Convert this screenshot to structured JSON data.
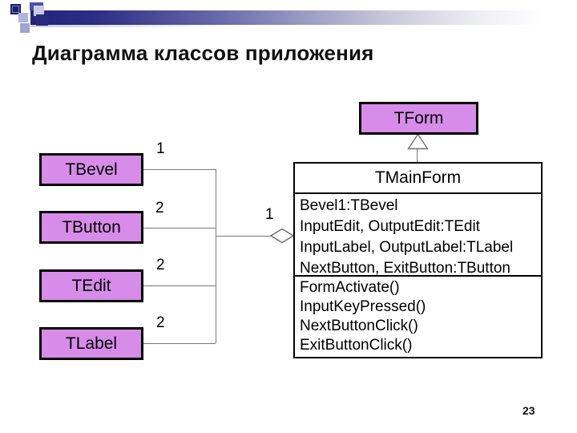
{
  "slide": {
    "title": "Диаграмма классов приложения",
    "page_number": "23"
  },
  "diagram": {
    "left_classes": [
      {
        "name": "TBevel",
        "multiplicity": "1"
      },
      {
        "name": "TButton",
        "multiplicity": "2"
      },
      {
        "name": "TEdit",
        "multiplicity": "2"
      },
      {
        "name": "TLabel",
        "multiplicity": "2"
      }
    ],
    "superclass": {
      "name": "TForm"
    },
    "main_class": {
      "name": "TMainForm",
      "aggregation_multiplicity": "1",
      "attributes": [
        "Bevel1:TBevel",
        "InputEdit, OutputEdit:TEdit",
        "InputLabel, OutputLabel:TLabel",
        "NextButton, ExitButton:TButton"
      ],
      "methods": [
        "FormActivate()",
        "InputKeyPressed()",
        "NextButtonClick()",
        "ExitButtonClick()"
      ]
    },
    "icons": {
      "aggregation": "hollow-diamond-icon",
      "inheritance": "hollow-triangle-icon"
    },
    "colors": {
      "class_fill": "#d78ce9",
      "box_border": "#000000",
      "connector_line": "#7a7a7a",
      "header_bar_navy": "#23237c",
      "title_text": "#111111"
    }
  }
}
